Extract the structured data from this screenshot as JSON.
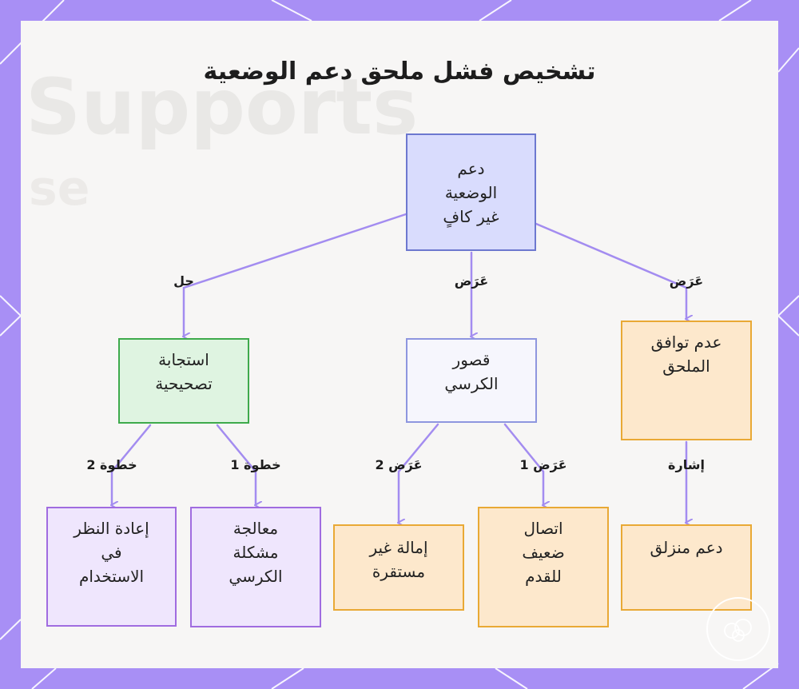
{
  "title": "تشخيص فشل ملحق دعم الوضعية",
  "background_text": {
    "line1": "Supports",
    "line2": "se"
  },
  "nodes": {
    "root": {
      "lines": [
        "دعم",
        "الوضعية",
        "غير كافٍ"
      ]
    },
    "fix": {
      "lines": [
        "استجابة",
        "تصحيحية"
      ]
    },
    "chair": {
      "lines": [
        "قصور",
        "الكرسي"
      ]
    },
    "fit": {
      "lines": [
        "عدم توافق",
        "الملحق"
      ]
    },
    "use": {
      "lines": [
        "إعادة النظر",
        "في",
        "الاستخدام"
      ]
    },
    "treat": {
      "lines": [
        "معالجة",
        "مشكلة",
        "الكرسي"
      ]
    },
    "tilt": {
      "lines": [
        "إمالة غير",
        "مستقرة"
      ]
    },
    "foot": {
      "lines": [
        "اتصال",
        "ضعيف",
        "للقدم"
      ]
    },
    "slip": {
      "lines": [
        "دعم منزلق"
      ]
    }
  },
  "edge_labels": {
    "root_fix": "حل",
    "root_chair": "عَرَض",
    "root_fit": "عَرَض",
    "fix_use": "خطوة 2",
    "fix_treat": "خطوة 1",
    "chair_tilt": "عَرَض 2",
    "chair_foot": "عَرَض 1",
    "fit_slip": "إشارة"
  },
  "colors": {
    "frame": "#a88ff5",
    "edge": "#a38cf0",
    "root_fill": "#d9dcfd",
    "fix_fill": "#dff4e1",
    "chair_fill": "#f6f6fd",
    "orange_fill": "#fde8cc",
    "purple_fill": "#efe6fd"
  }
}
